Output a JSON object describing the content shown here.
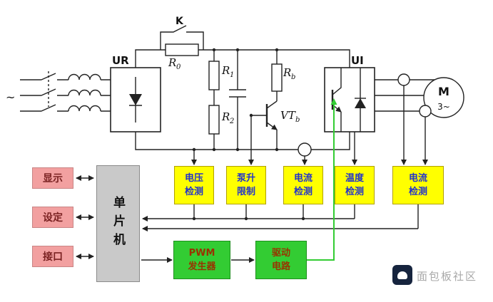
{
  "watermark": {
    "text": "面包板社区"
  },
  "diagram": {
    "source_symbol": "~",
    "contactor": "K",
    "rectifier_label": "UR",
    "inverter_label": "UI",
    "resistors": {
      "r0": "R",
      "r0_sub": "0",
      "r1": "R",
      "r1_sub": "1",
      "r2": "R",
      "r2_sub": "2",
      "rb": "R",
      "rb_sub": "b"
    },
    "transistor": {
      "vtb": "VT",
      "vtb_sub": "b"
    },
    "motor": {
      "m": "M",
      "phase": "3~"
    },
    "detectors": [
      {
        "line1": "电压",
        "line2": "检测"
      },
      {
        "line1": "泵升",
        "line2": "限制"
      },
      {
        "line1": "电流",
        "line2": "检测"
      },
      {
        "line1": "温度",
        "line2": "检测"
      },
      {
        "line1": "电流",
        "line2": "检测"
      }
    ],
    "io_blocks": [
      {
        "label": "显示"
      },
      {
        "label": "设定"
      },
      {
        "label": "接口"
      }
    ],
    "mcu_label": "单片机",
    "control_blocks": [
      {
        "line1": "PWM",
        "line2": "发生器"
      },
      {
        "line1": "驱动",
        "line2": "电路"
      }
    ],
    "colors": {
      "detector_bg": "#ffff00",
      "detector_text": "#2233cc",
      "io_bg": "#f2a0a0",
      "io_text": "#7a2222",
      "mcu_bg": "#c9c9c9",
      "control_bg": "#33cc33",
      "control_text": "#993300",
      "wire": "#222222",
      "gate_wire": "#33cc33"
    }
  }
}
